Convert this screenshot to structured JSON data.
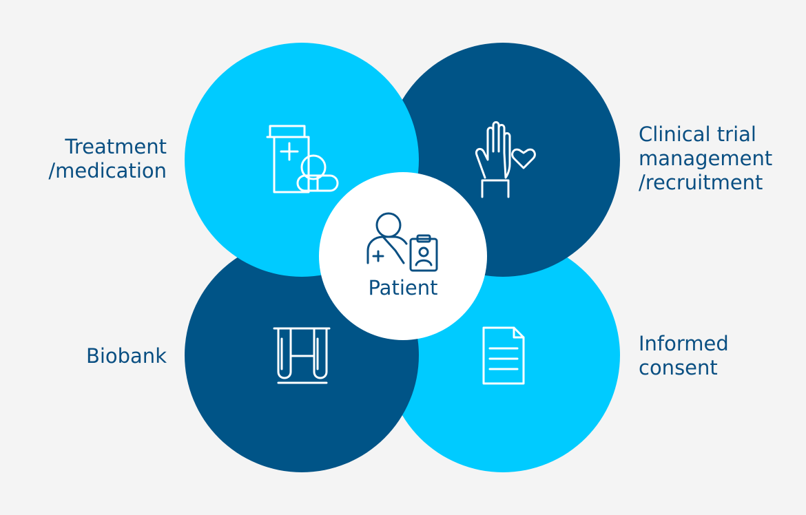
{
  "colors": {
    "background": "#f4f4f4",
    "light_blue": "#00cbff",
    "dark_blue": "#005487",
    "center_fill": "#ffffff",
    "text": "#0a4f82"
  },
  "center": {
    "label": "Patient",
    "icon": "patient-clipboard-icon"
  },
  "segments": [
    {
      "id": "treatment",
      "lines": [
        "Treatment",
        "/medication"
      ],
      "icon": "medicine-bottle-pills-icon",
      "color": "light_blue"
    },
    {
      "id": "clinical",
      "lines": [
        "Clinical trial",
        "management",
        "/recruitment"
      ],
      "icon": "raised-hand-heart-icon",
      "color": "dark_blue"
    },
    {
      "id": "biobank",
      "lines": [
        "Biobank"
      ],
      "icon": "test-tubes-icon",
      "color": "dark_blue"
    },
    {
      "id": "consent",
      "lines": [
        "Informed",
        "consent"
      ],
      "icon": "document-icon",
      "color": "light_blue"
    }
  ]
}
